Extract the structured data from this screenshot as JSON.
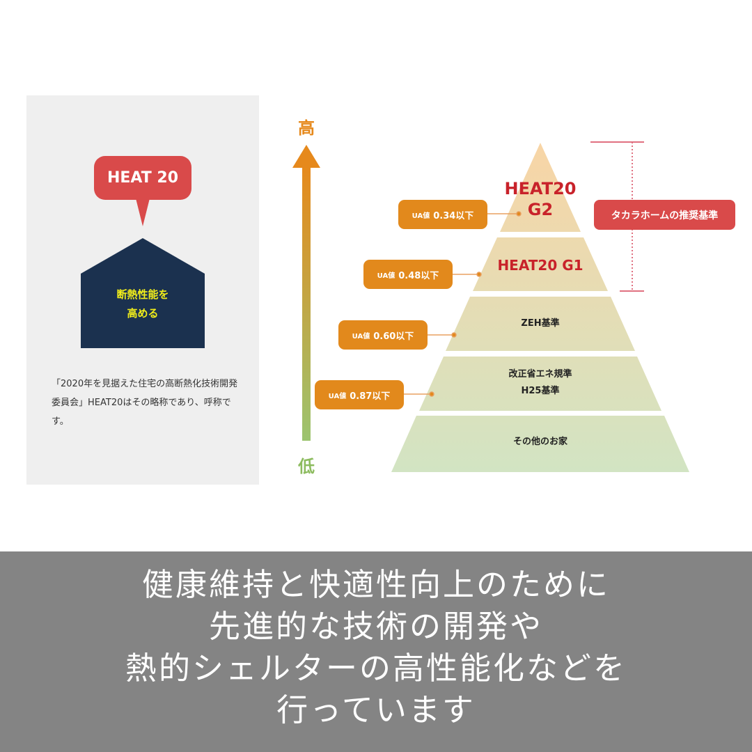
{
  "left_panel": {
    "bubble": "HEAT 20",
    "house_line1": "断熱性能を",
    "house_line2": "高める",
    "description": "「2020年を見据えた住宅の高断熱化技術開発委員会」HEAT20はその略称であり、呼称です。"
  },
  "arrow": {
    "high": "高",
    "low": "低"
  },
  "pyramid": {
    "levels": [
      {
        "line1": "HEAT20",
        "line2": "G2",
        "ua_prefix": "UA値",
        "ua_value": "0.34以下"
      },
      {
        "line1": "HEAT20 G1",
        "ua_prefix": "UA値",
        "ua_value": "0.48以下"
      },
      {
        "line1": "ZEH基準",
        "ua_prefix": "UA値",
        "ua_value": "0.60以下"
      },
      {
        "line1": "改正省エネ規準",
        "line2": "H25基準",
        "ua_prefix": "UA値",
        "ua_value": "0.87以下"
      },
      {
        "line1": "その他のお家"
      }
    ],
    "recommendation": "タカラホームの推奨基準"
  },
  "colors": {
    "red": "#d94a4a",
    "orange": "#e2891c",
    "navy": "#1b314f",
    "green": "#9cc46f"
  },
  "banner": {
    "lines": [
      "健康維持と快適性向上のために",
      "先進的な技術の開発や",
      "熱的シェルターの高性能化などを",
      "行っています"
    ]
  }
}
